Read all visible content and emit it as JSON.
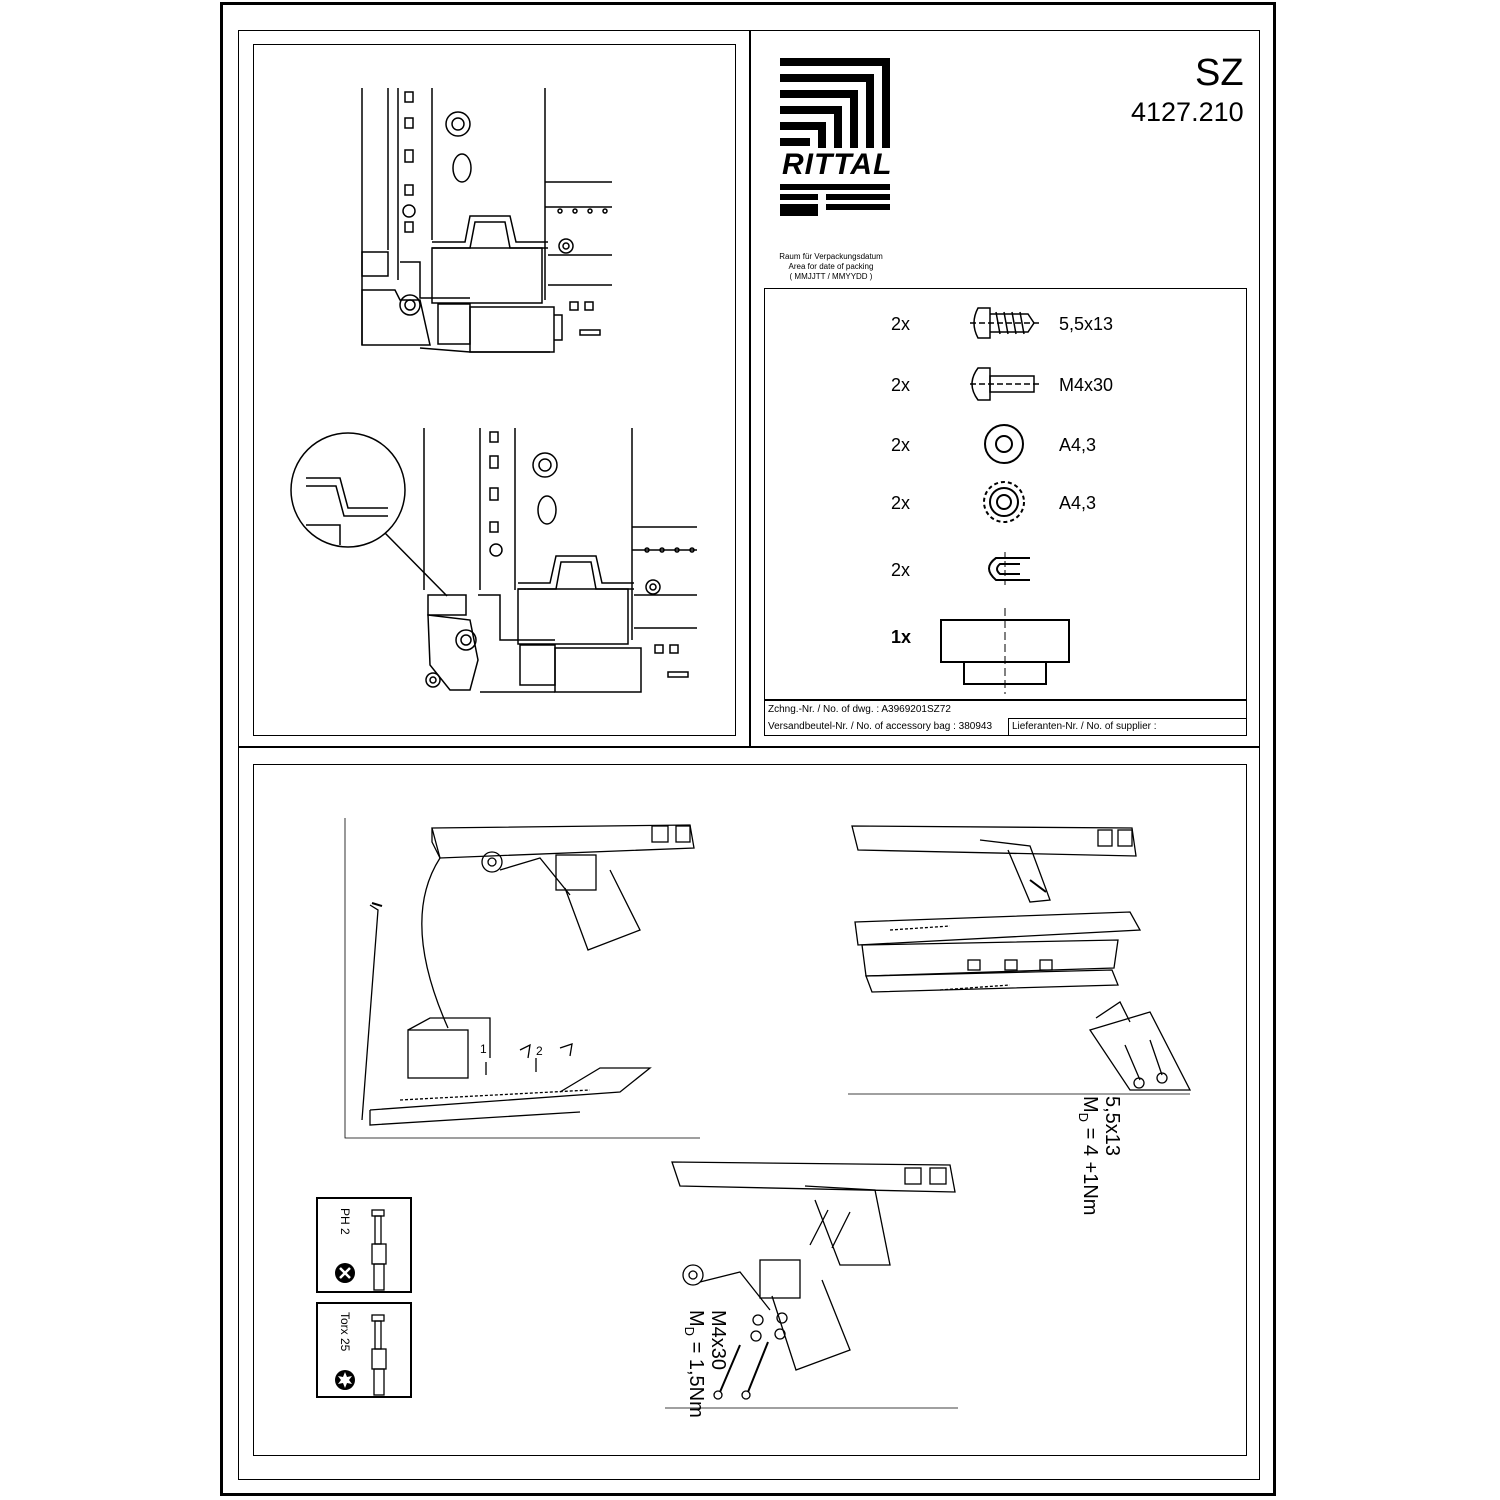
{
  "header": {
    "brand_logo": "RITTAL",
    "product_code": "SZ",
    "article_number": "4127.210"
  },
  "packing_area": {
    "line1": "Raum für Verpackungsdatum",
    "line2": "Area for date of packing",
    "line3": "( MMJJTT / MMYYDD )"
  },
  "parts": [
    {
      "qty": "2x",
      "icon": "self-tapping-screw-icon",
      "label": "5,5x13"
    },
    {
      "qty": "2x",
      "icon": "machine-screw-icon",
      "label": "M4x30"
    },
    {
      "qty": "2x",
      "icon": "flat-washer-icon",
      "label": "A4,3"
    },
    {
      "qty": "2x",
      "icon": "serrated-washer-icon",
      "label": "A4,3"
    },
    {
      "qty": "2x",
      "icon": "clip-nut-icon",
      "label": ""
    },
    {
      "qty": "1x",
      "icon": "spacer-block-icon",
      "label": ""
    }
  ],
  "footer": {
    "drawing_no": "Zchng.-Nr. / No. of dwg. : A3969201SZ72",
    "bag_no": "Versandbeutel-Nr. / No. of accessory bag : 380943",
    "supplier_no": "Lieferanten-Nr. / No. of supplier :"
  },
  "callouts": {
    "screw_a_size": "5,5x13",
    "screw_a_torque": "M",
    "screw_a_torque_sub": "D",
    "screw_a_torque_val": " = 4 +1Nm",
    "screw_b_size": "M4x30",
    "screw_b_torque": "M",
    "screw_b_torque_sub": "D",
    "screw_b_torque_val": " = 1,5Nm",
    "step1": "1",
    "step2": "2"
  },
  "tools": [
    {
      "label": "PH 2",
      "icon": "phillips-icon"
    },
    {
      "label": "Torx 25",
      "icon": "torx-icon"
    }
  ]
}
